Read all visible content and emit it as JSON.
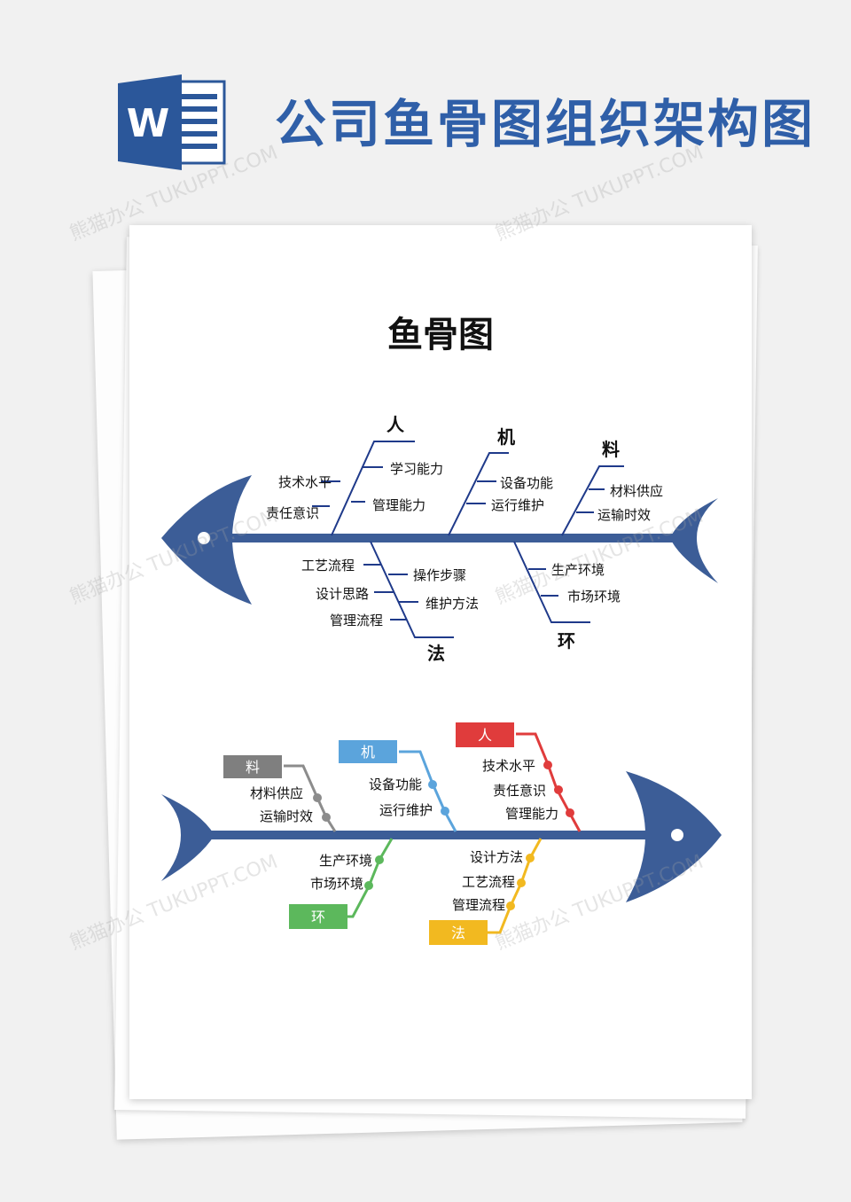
{
  "header": {
    "logo_letter": "W",
    "title": "公司鱼骨图组织架构图",
    "colors": {
      "brand": "#2f5fa8",
      "logo": "#2b579a"
    }
  },
  "document": {
    "title": "鱼骨图",
    "fish1": {
      "categories": {
        "person": "人",
        "machine": "机",
        "material": "料",
        "method": "法",
        "environment": "环"
      },
      "items": {
        "person": [
          "技术水平",
          "责任意识",
          "学习能力",
          "管理能力"
        ],
        "machine": [
          "设备功能",
          "运行维护"
        ],
        "material": [
          "材料供应",
          "运输时效"
        ],
        "method": [
          "工艺流程",
          "设计思路",
          "管理流程",
          "操作步骤",
          "维护方法"
        ],
        "environment": [
          "生产环境",
          "市场环境"
        ]
      },
      "color": "#3c5d97"
    },
    "fish2": {
      "categories": {
        "material": "料",
        "machine": "机",
        "person": "人",
        "environment": "环",
        "method": "法"
      },
      "items": {
        "material": [
          "材料供应",
          "运输时效"
        ],
        "machine": [
          "设备功能",
          "运行维护"
        ],
        "person": [
          "技术水平",
          "责任意识",
          "管理能力"
        ],
        "environment": [
          "生产环境",
          "市场环境"
        ],
        "method": [
          "设计方法",
          "工艺流程",
          "管理流程"
        ]
      },
      "colors": {
        "spine": "#3c5d97",
        "material": "#7f7f7f",
        "machine": "#5ba4dc",
        "person": "#e03c3c",
        "environment": "#5cb85c",
        "method": "#f2b920"
      }
    }
  },
  "watermark": "熊猫办公 TUKUPPT.COM"
}
